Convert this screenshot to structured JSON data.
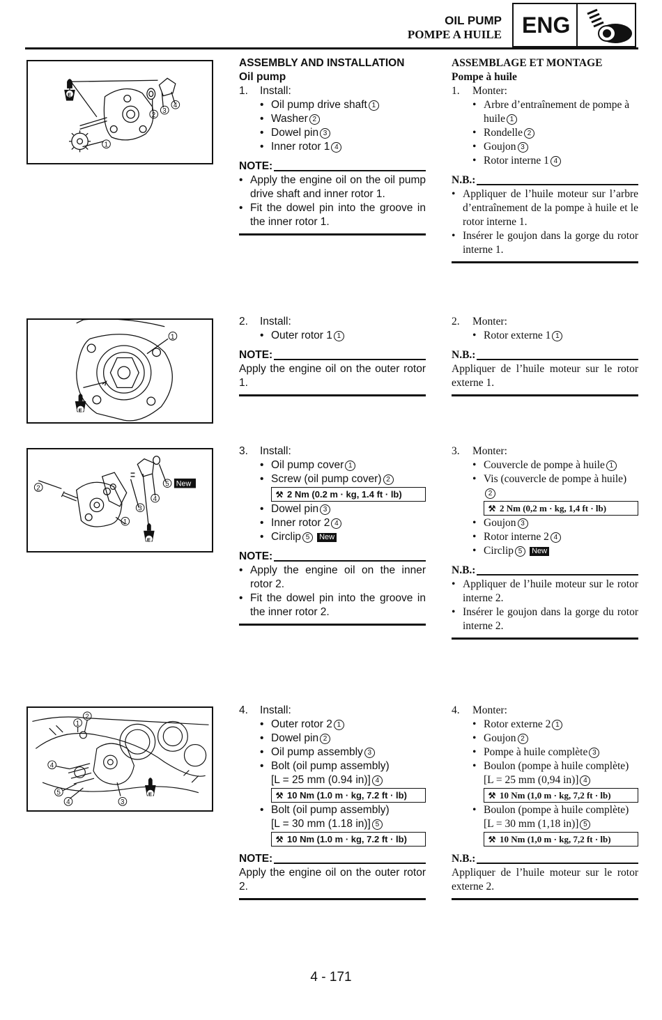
{
  "header": {
    "title_en": "OIL PUMP",
    "title_fr": "POMPE A HUILE",
    "section": "ENG",
    "icon": "engine-gear-icon"
  },
  "s1": {
    "en": {
      "heading": "ASSEMBLY AND INSTALLATION",
      "sub": "Oil pump",
      "step_n": "1.",
      "step": "Install:",
      "items": [
        "Oil pump drive shaft",
        "Washer",
        "Dowel pin",
        "Inner rotor 1"
      ],
      "note_h": "NOTE:",
      "notes": [
        "Apply the engine oil on the oil pump drive shaft and inner rotor 1.",
        "Fit the dowel pin into the groove in the inner rotor 1."
      ]
    },
    "fr": {
      "heading": "ASSEMBLAGE ET MONTAGE",
      "sub": "Pompe à huile",
      "step_n": "1.",
      "step": "Monter:",
      "items": [
        "Arbre d’entraînement de pompe à huile",
        "Rondelle",
        "Goujon",
        "Rotor interne 1"
      ],
      "note_h": "N.B.:",
      "notes": [
        "Appliquer de l’huile moteur sur l’arbre d’entraînement de la pompe à huile et le rotor interne 1.",
        "Insérer le goujon dans la gorge du rotor interne 1."
      ]
    }
  },
  "s2": {
    "en": {
      "step_n": "2.",
      "step": "Install:",
      "items": [
        "Outer rotor 1"
      ],
      "note_h": "NOTE:",
      "note": "Apply the engine oil on the outer rotor 1."
    },
    "fr": {
      "step_n": "2.",
      "step": "Monter:",
      "items": [
        "Rotor externe 1"
      ],
      "note_h": "N.B.:",
      "note": "Appliquer de l’huile moteur sur le rotor externe 1."
    }
  },
  "s3": {
    "en": {
      "step_n": "3.",
      "step": "Install:",
      "i1": "Oil pump cover",
      "i2": "Screw (oil pump cover)",
      "torque": "2 Nm (0.2 m · kg, 1.4 ft · lb)",
      "i3": "Dowel pin",
      "i4": "Inner rotor 2",
      "i5": "Circlip",
      "new": "New",
      "note_h": "NOTE:",
      "notes": [
        "Apply the engine oil on the inner rotor 2.",
        "Fit the dowel pin into the groove in the inner rotor 2."
      ]
    },
    "fr": {
      "step_n": "3.",
      "step": "Monter:",
      "i1": "Couvercle de pompe à huile",
      "i2": "Vis (couvercle de pompe à huile)",
      "torque": "2 Nm (0,2 m · kg, 1,4 ft · lb)",
      "i3": "Goujon",
      "i4": "Rotor interne 2",
      "i5": "Circlip",
      "new": "New",
      "note_h": "N.B.:",
      "notes": [
        "Appliquer de l’huile moteur sur le rotor interne 2.",
        "Insérer le goujon dans la gorge du rotor interne 2."
      ]
    }
  },
  "s4": {
    "en": {
      "step_n": "4.",
      "step": "Install:",
      "i1": "Outer rotor 2",
      "i2": "Dowel pin",
      "i3": "Oil pump assembly",
      "i4a": "Bolt (oil pump assembly)",
      "i4b": "[L = 25 mm (0.94 in)]",
      "t4": "10 Nm (1.0 m · kg, 7.2 ft · lb)",
      "i5a": "Bolt (oil pump assembly)",
      "i5b": "[L = 30 mm (1.18 in)]",
      "t5": "10 Nm (1.0 m · kg, 7.2 ft · lb)",
      "note_h": "NOTE:",
      "note": "Apply the engine oil on the outer rotor 2."
    },
    "fr": {
      "step_n": "4.",
      "step": "Monter:",
      "i1": "Rotor externe 2",
      "i2": "Goujon",
      "i3": "Pompe à huile complète",
      "i4a": "Boulon (pompe à huile complète)",
      "i4b": "[L = 25 mm (0,94 in)]",
      "t4": "10 Nm (1,0 m · kg, 7,2 ft · lb)",
      "i5a": "Boulon (pompe à huile complète)",
      "i5b": "[L = 30 mm (1,18 in)]",
      "t5": "10 Nm (1,0 m · kg, 7,2 ft · lb)",
      "note_h": "N.B.:",
      "note": "Appliquer de l’huile moteur sur le rotor externe 2."
    }
  },
  "figure_labels": {
    "oil": "E",
    "c1": "1",
    "c2": "2",
    "c3": "3",
    "c4": "4",
    "c5": "5",
    "new": "New"
  },
  "torque_icon": "torque-wrench-icon",
  "page_number": "4 - 171"
}
